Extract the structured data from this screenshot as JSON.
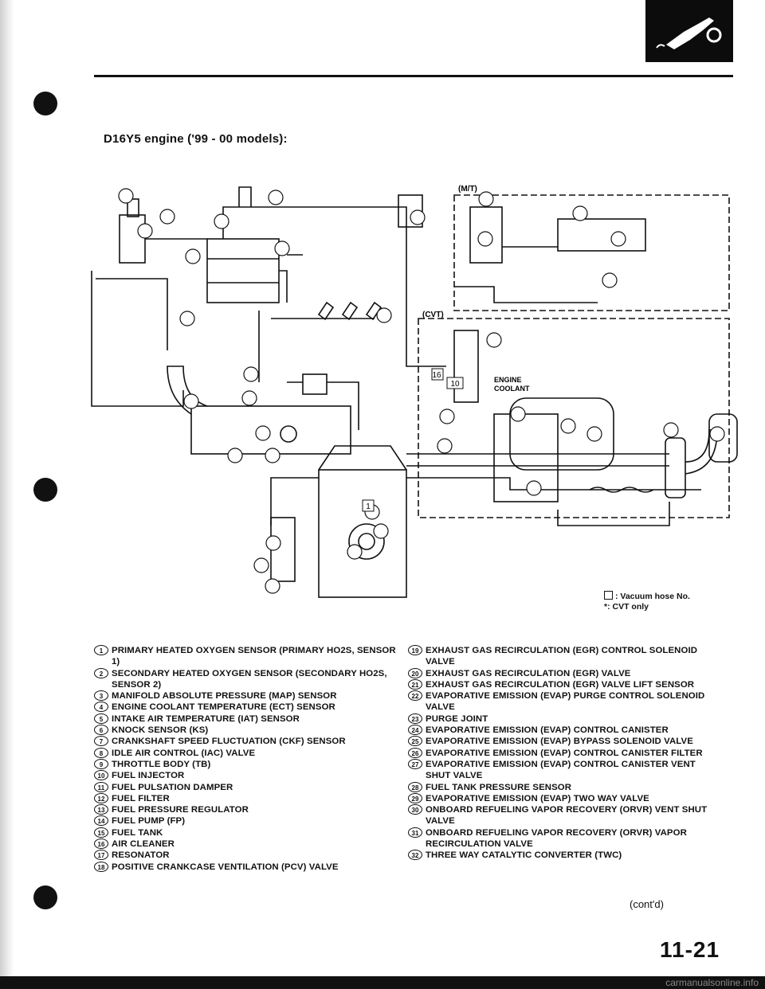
{
  "header": {
    "title": "D16Y5 engine ('99 - 00 models):",
    "page_number": "11-21",
    "continued": "(cont'd)"
  },
  "diagram": {
    "mt_label": "(M/T)",
    "cvt_label": "(CVT)",
    "coolant_label_line1": "ENGINE",
    "coolant_label_line2": "COOLANT",
    "legend_vacuum": ": Vacuum hose No.",
    "legend_cvt": "*: CVT only",
    "hose_numbers": [
      "1",
      "10",
      "16"
    ]
  },
  "parts_left": [
    {
      "num": "1",
      "label": "PRIMARY HEATED OXYGEN SENSOR (PRIMARY HO2S, SENSOR 1)"
    },
    {
      "num": "2",
      "label": "SECONDARY HEATED OXYGEN SENSOR (SECONDARY HO2S, SENSOR 2)"
    },
    {
      "num": "3",
      "label": "MANIFOLD ABSOLUTE PRESSURE (MAP) SENSOR"
    },
    {
      "num": "4",
      "label": "ENGINE COOLANT TEMPERATURE (ECT) SENSOR"
    },
    {
      "num": "5",
      "label": "INTAKE AIR TEMPERATURE (IAT) SENSOR"
    },
    {
      "num": "6",
      "label": "KNOCK SENSOR (KS)"
    },
    {
      "num": "7",
      "label": "CRANKSHAFT SPEED FLUCTUATION (CKF) SENSOR"
    },
    {
      "num": "8",
      "label": "IDLE AIR CONTROL (IAC) VALVE"
    },
    {
      "num": "9",
      "label": "THROTTLE BODY (TB)"
    },
    {
      "num": "10",
      "label": "FUEL INJECTOR"
    },
    {
      "num": "11",
      "label": "FUEL PULSATION DAMPER"
    },
    {
      "num": "12",
      "label": "FUEL FILTER"
    },
    {
      "num": "13",
      "label": "FUEL PRESSURE REGULATOR"
    },
    {
      "num": "14",
      "label": "FUEL PUMP (FP)"
    },
    {
      "num": "15",
      "label": "FUEL TANK"
    },
    {
      "num": "16",
      "label": "AIR CLEANER"
    },
    {
      "num": "17",
      "label": "RESONATOR"
    },
    {
      "num": "18",
      "label": "POSITIVE CRANKCASE VENTILATION (PCV) VALVE"
    }
  ],
  "parts_right": [
    {
      "num": "19",
      "label": "EXHAUST GAS RECIRCULATION (EGR) CONTROL SOLENOID VALVE"
    },
    {
      "num": "20",
      "label": "EXHAUST GAS RECIRCULATION (EGR) VALVE"
    },
    {
      "num": "21",
      "label": "EXHAUST GAS RECIRCULATION (EGR) VALVE LIFT SENSOR"
    },
    {
      "num": "22",
      "label": "EVAPORATIVE EMISSION (EVAP) PURGE CONTROL SOLENOID VALVE"
    },
    {
      "num": "23",
      "label": "PURGE JOINT"
    },
    {
      "num": "24",
      "label": "EVAPORATIVE EMISSION (EVAP) CONTROL CANISTER"
    },
    {
      "num": "25",
      "label": "EVAPORATIVE EMISSION (EVAP) BYPASS SOLENOID VALVE"
    },
    {
      "num": "26",
      "label": "EVAPORATIVE EMISSION (EVAP) CONTROL CANISTER FILTER"
    },
    {
      "num": "27",
      "label": "EVAPORATIVE EMISSION (EVAP) CONTROL CANISTER VENT SHUT VALVE"
    },
    {
      "num": "28",
      "label": "FUEL TANK PRESSURE SENSOR"
    },
    {
      "num": "29",
      "label": "EVAPORATIVE EMISSION (EVAP) TWO WAY VALVE"
    },
    {
      "num": "30",
      "label": "ONBOARD REFUELING VAPOR RECOVERY (ORVR) VENT SHUT VALVE"
    },
    {
      "num": "31",
      "label": "ONBOARD REFUELING VAPOR RECOVERY (ORVR) VAPOR RECIRCULATION VALVE"
    },
    {
      "num": "32",
      "label": "THREE WAY CATALYTIC CONVERTER (TWC)"
    }
  ],
  "footer": {
    "watermark": "carmanualsonline.info"
  }
}
